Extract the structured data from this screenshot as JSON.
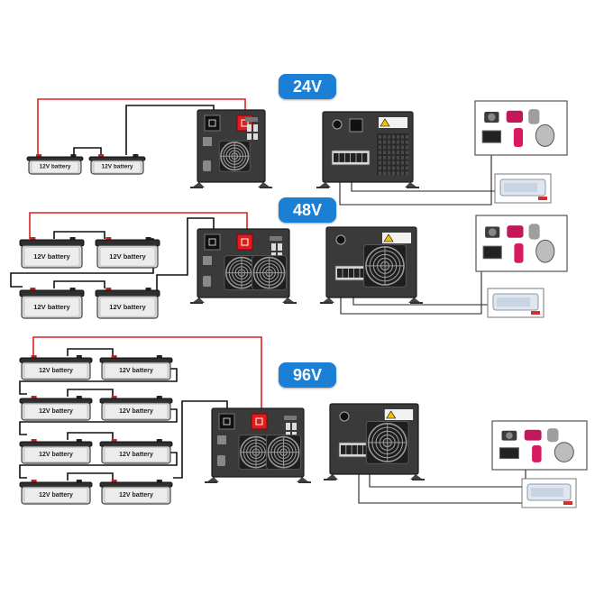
{
  "sections": [
    {
      "voltage": "24V",
      "battery_count": 2
    },
    {
      "voltage": "48V",
      "battery_count": 4
    },
    {
      "voltage": "96V",
      "battery_count": 8
    }
  ],
  "battery_label": "12V battery",
  "colors": {
    "badge": "#1b7fd6",
    "positive_wire": "#e02020",
    "negative_wire": "#111111",
    "inverter_body": "#3a3a3a",
    "terminal_red": "#e01c1c"
  },
  "icons": [
    "battery-icon",
    "inverter-icon",
    "cooling-fan-icon",
    "appliance-icon",
    "microwave-icon"
  ]
}
